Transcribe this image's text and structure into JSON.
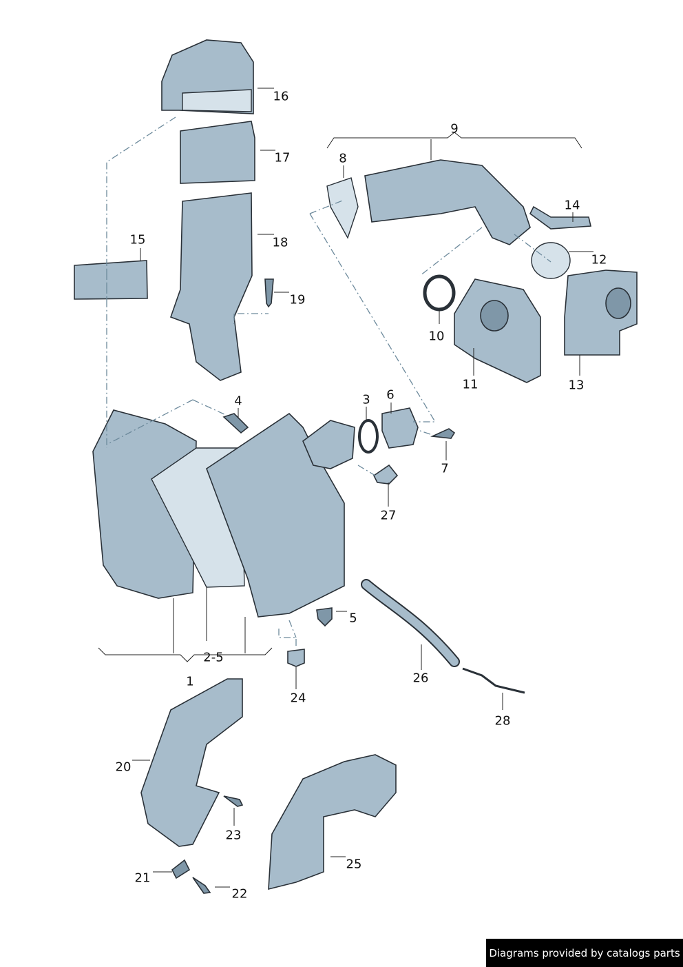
{
  "diagram": {
    "part_labels": [
      "1",
      "2-5",
      "3",
      "4",
      "5",
      "6",
      "7",
      "8",
      "9",
      "10",
      "11",
      "12",
      "13",
      "14",
      "15",
      "16",
      "17",
      "18",
      "19",
      "20",
      "21",
      "22",
      "23",
      "24",
      "25",
      "26",
      "27",
      "28"
    ]
  },
  "footer": {
    "text": "Diagrams provided by catalogs parts"
  }
}
